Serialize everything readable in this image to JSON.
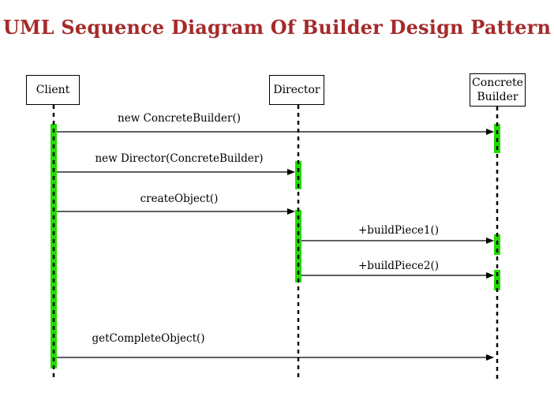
{
  "title": "UML Sequence Diagram Of Builder Design Pattern",
  "colors": {
    "title": "#a52a2a",
    "activation": "#22dd00",
    "line": "#000000"
  },
  "participants": [
    {
      "id": "client",
      "label": "Client"
    },
    {
      "id": "director",
      "label": "Director"
    },
    {
      "id": "builder",
      "label": "Concrete\nBuilder"
    }
  ],
  "messages": [
    {
      "label": "new ConcreteBuilder()",
      "from": "client",
      "to": "builder"
    },
    {
      "label": "new Director(ConcreteBuilder)",
      "from": "client",
      "to": "director"
    },
    {
      "label": "createObject()",
      "from": "client",
      "to": "director"
    },
    {
      "label": "+buildPiece1()",
      "from": "director",
      "to": "builder"
    },
    {
      "label": "+buildPiece2()",
      "from": "director",
      "to": "builder"
    },
    {
      "label": "getCompleteObject()",
      "from": "client",
      "to": "builder"
    }
  ]
}
